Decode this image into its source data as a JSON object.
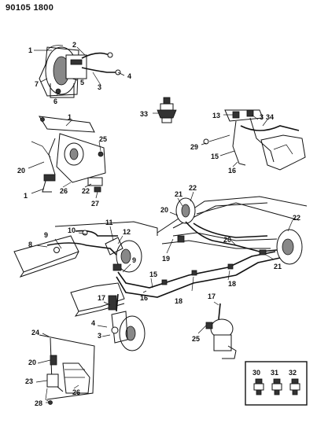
{
  "header": {
    "doc_id": "90105 1800"
  },
  "callouts": {
    "c1a": "1",
    "c2": "2",
    "c3a": "3",
    "c4a": "4",
    "c5": "5",
    "c6": "6",
    "c7": "7",
    "c33": "33",
    "c13": "13",
    "c34": "34",
    "c3b": "3",
    "c29": "29",
    "c15a": "15",
    "c16a": "16",
    "c1b": "1",
    "c25a": "25",
    "c20a": "20",
    "c26a": "26",
    "c22a": "22",
    "c1c": "1",
    "c27": "27",
    "c11": "11",
    "c10": "10",
    "c12": "12",
    "c8": "8",
    "c9a": "9",
    "c9b": "9",
    "c15b": "15",
    "c16b": "16",
    "c17a": "17",
    "c4b": "4",
    "c3c": "3",
    "c21a": "21",
    "c22b": "22",
    "c20b": "20",
    "c19": "19",
    "c20c": "20",
    "c18a": "18",
    "c18b": "18",
    "c22c": "22",
    "c21b": "21",
    "c17b": "17",
    "c25b": "25",
    "c24": "24",
    "c20d": "20",
    "c23": "23",
    "c26b": "26",
    "c28": "28",
    "c30": "30",
    "c31": "31",
    "c32": "32"
  }
}
